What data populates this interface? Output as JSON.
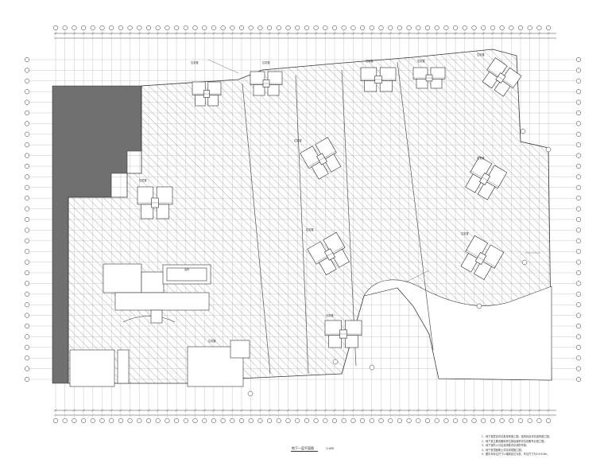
{
  "drawing": {
    "title": "地下一层平面图",
    "scale": "1:400",
    "notes": [
      "1、地下室层高详见各单体施工图，结构标高详见结构施工图；",
      "2、地下室主要设备用房位置及面积详见设备专业施工图；",
      "3、地下室防火分区及疏散详见消防专篇；",
      "4、地下室顶板覆土详见景观施工图；",
      "5、图中未标注尺寸以轴网定位为准，车位尺寸为2.4×5.3m。"
    ],
    "building_labels": [
      "住宅楼",
      "住宅楼",
      "住宅楼",
      "住宅楼",
      "住宅楼",
      "住宅楼",
      "住宅楼",
      "住宅楼",
      "住宅楼",
      "住宅楼",
      "住宅楼",
      "住宅楼",
      "会所"
    ]
  },
  "colors": {
    "line": "#3a3a3a",
    "hatch": "#9a9a9a",
    "solid": "#6e6e6e",
    "background": "#ffffff"
  }
}
